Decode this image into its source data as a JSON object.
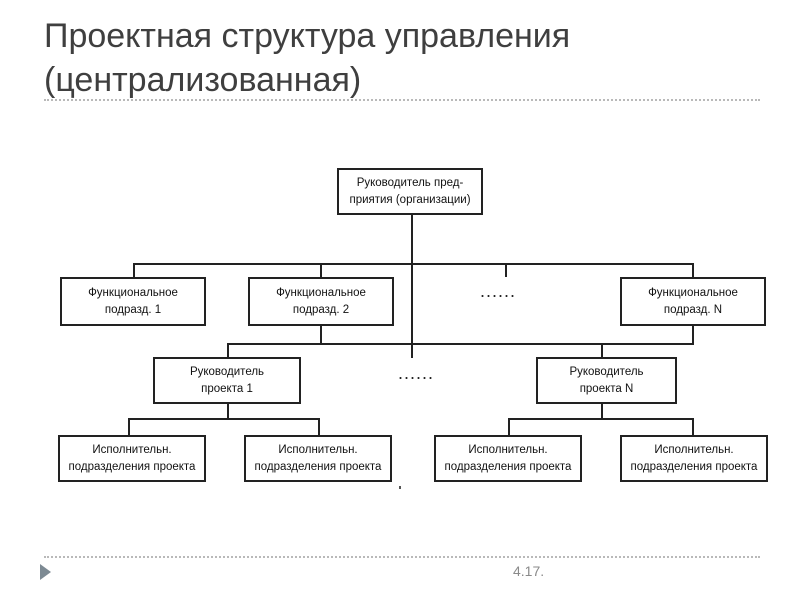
{
  "title": {
    "line1": "Проектная структура управления",
    "line2": "(централизованная)"
  },
  "diagram": {
    "root": {
      "line1": "Руководитель пред-",
      "line2": "приятия (организации)"
    },
    "functional_units": [
      {
        "line1": "Функциональное",
        "line2": "подразд. 1"
      },
      {
        "line1": "Функциональное",
        "line2": "подразд. 2"
      },
      {
        "line1": "Функциональное",
        "line2": "подразд. N"
      }
    ],
    "functional_ellipsis": "......",
    "project_managers": [
      {
        "line1": "Руководитель",
        "line2": "проекта 1"
      },
      {
        "line1": "Руководитель",
        "line2": "проекта N"
      }
    ],
    "project_ellipsis": "......",
    "executive_units": [
      {
        "line1": "Исполнительн.",
        "line2": "подразделения проекта"
      },
      {
        "line1": "Исполнительн.",
        "line2": "подразделения проекта"
      },
      {
        "line1": "Исполнительн.",
        "line2": "подразделения проекта"
      },
      {
        "line1": "Исполнительн.",
        "line2": "подразделения проекта"
      }
    ]
  },
  "footer": {
    "slide_number": "4.17."
  }
}
